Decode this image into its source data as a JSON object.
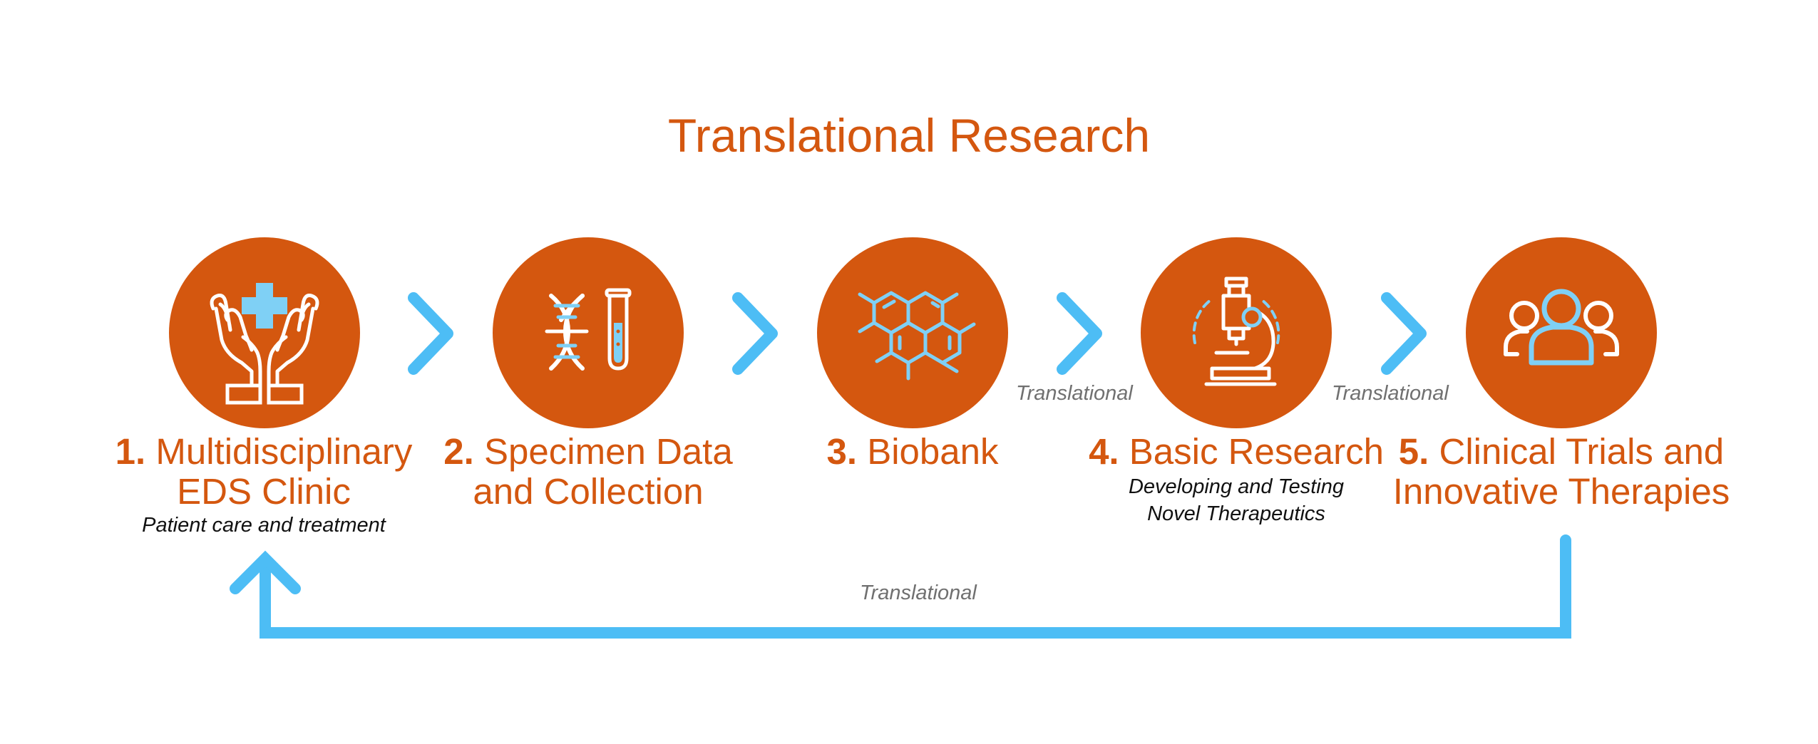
{
  "title": "Translational Research",
  "colors": {
    "accent": "#d4570f",
    "arrow": "#4dbdf5",
    "icon_light": "#ffffff",
    "icon_blue": "#7fd0f5",
    "transitional_text": "#707070"
  },
  "steps": [
    {
      "number": "1.",
      "label_line1": "Multidisciplinary",
      "label_line2": "EDS Clinic",
      "subtitle_line1": "Patient care and treatment",
      "subtitle_line2": "",
      "icon": "hands-medical-cross-icon"
    },
    {
      "number": "2.",
      "label_line1": "Specimen Data",
      "label_line2": "and Collection",
      "subtitle_line1": "",
      "subtitle_line2": "",
      "icon": "dna-test-tube-icon"
    },
    {
      "number": "3.",
      "label_line1": "Biobank",
      "label_line2": "",
      "subtitle_line1": "",
      "subtitle_line2": "",
      "icon": "molecule-hexagon-icon"
    },
    {
      "number": "4.",
      "label_line1": "Basic Research",
      "label_line2": "",
      "subtitle_line1": "Developing and Testing",
      "subtitle_line2": "Novel Therapeutics",
      "icon": "microscope-icon"
    },
    {
      "number": "5.",
      "label_line1": "Clinical Trials and",
      "label_line2": "Innovative Therapies",
      "subtitle_line1": "",
      "subtitle_line2": "",
      "icon": "people-group-icon"
    }
  ],
  "transitions": {
    "step3_to_4": "Translational",
    "step4_to_5": "Translational",
    "loop_back": "Translational"
  }
}
